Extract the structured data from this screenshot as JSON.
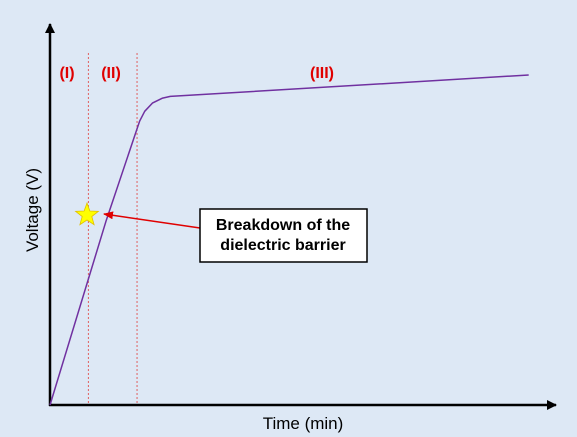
{
  "chart_data": {
    "type": "line",
    "xlabel": "Time (min)",
    "ylabel": "Voltage (V)",
    "xlim": [
      0,
      100
    ],
    "ylim": [
      0,
      100
    ],
    "grid": false,
    "ticks": false,
    "series": [
      {
        "color": "#7030a0",
        "points": [
          [
            0,
            0
          ],
          [
            11,
            56
          ],
          [
            17.5,
            86
          ],
          [
            18.5,
            89
          ],
          [
            20,
            91.5
          ],
          [
            22,
            93
          ],
          [
            23.5,
            93.5
          ],
          [
            93.5,
            100
          ]
        ]
      }
    ],
    "regions": [
      {
        "label": "(I)",
        "x_start": 0,
        "x_end": 7.5
      },
      {
        "label": "(II)",
        "x_start": 7.5,
        "x_end": 17
      },
      {
        "label": "(III)",
        "x_start": 17,
        "x_end": 100
      }
    ],
    "region_boundaries_x": [
      7.5,
      17
    ],
    "annotation": {
      "lines": [
        "Breakdown of the",
        "dielectric barrier"
      ],
      "marker": "star",
      "marker_x": 7.5,
      "marker_y": 50
    },
    "colors": {
      "line": "#7030a0",
      "region_label": "#e00000",
      "boundary": "#e06060",
      "arrow": "#e00000",
      "star": "#ffff00"
    }
  }
}
